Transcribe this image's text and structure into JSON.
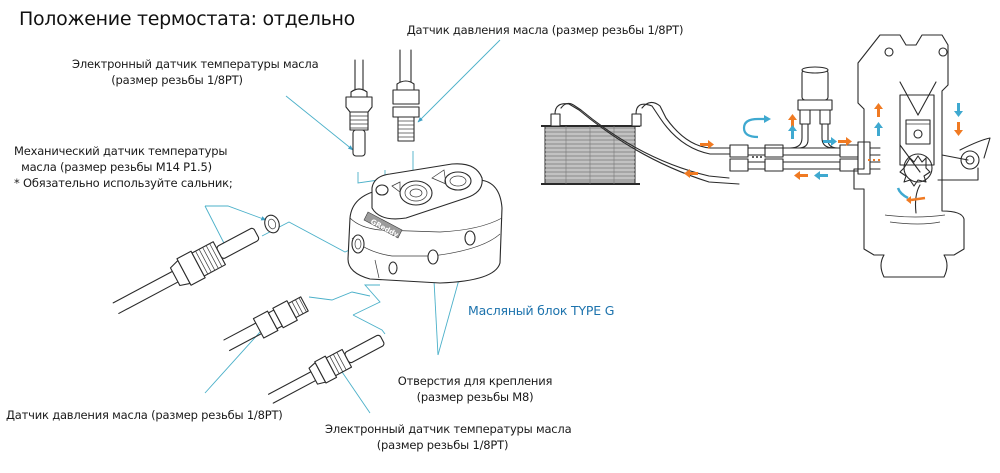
{
  "title": "Положение термостата: отдельно",
  "labels": {
    "electronic_temp_top": {
      "line1": "Электронный датчик температуры масла",
      "line2": "(размер резьбы 1/8PT)"
    },
    "pressure_top": {
      "line1": "Датчик давления масла (размер резьбы 1/8PT)"
    },
    "mechanical_temp": {
      "line1": "Механический датчик температуры",
      "line2": "масла (размер резьбы M14 P1.5)",
      "line3": "* Обязательно используйте сальник;"
    },
    "oil_block": {
      "text": "Масляный блок  TYPE G"
    },
    "mounting_holes": {
      "line1": "Отверстия для крепления",
      "line2": "(размер резьбы M8)"
    },
    "pressure_bottom": {
      "line1": "Датчик давления масла (размер резьбы 1/8PT)"
    },
    "electronic_temp_bottom": {
      "line1": "Электронный датчик температуры масла",
      "line2": "(размер резьбы 1/8PT)"
    }
  },
  "block_engraving": "GReddy",
  "colors": {
    "leader_line": "#4bb0c9",
    "accent_text": "#1d73ad",
    "flow_hot": "#f07a22",
    "flow_cold": "#3fa9d0",
    "ink": "#2a2a2a"
  },
  "flow_diagram": {
    "components": [
      "oil-cooler",
      "sandwich-plate",
      "remote-oil-filter",
      "engine"
    ],
    "arrows": [
      {
        "name": "hot-to-cooler",
        "direction": "right",
        "color": "hot"
      },
      {
        "name": "cooler-return",
        "direction": "left",
        "color": "hot"
      },
      {
        "name": "bypass-u-turn",
        "direction": "right",
        "color": "cold"
      },
      {
        "name": "filter-up-hot",
        "direction": "up",
        "color": "hot"
      },
      {
        "name": "filter-up-cold",
        "direction": "up",
        "color": "cold"
      },
      {
        "name": "to-engine-cold",
        "direction": "right",
        "color": "cold"
      },
      {
        "name": "to-engine-hot",
        "direction": "right",
        "color": "hot"
      },
      {
        "name": "from-engine-hot",
        "direction": "left",
        "color": "hot"
      },
      {
        "name": "from-engine-cold",
        "direction": "left",
        "color": "cold"
      },
      {
        "name": "engine-up-hot",
        "direction": "up",
        "color": "hot"
      },
      {
        "name": "engine-up-cold",
        "direction": "up",
        "color": "cold"
      },
      {
        "name": "engine-down-cold",
        "direction": "down",
        "color": "cold"
      },
      {
        "name": "engine-down-hot",
        "direction": "down",
        "color": "hot"
      }
    ]
  }
}
